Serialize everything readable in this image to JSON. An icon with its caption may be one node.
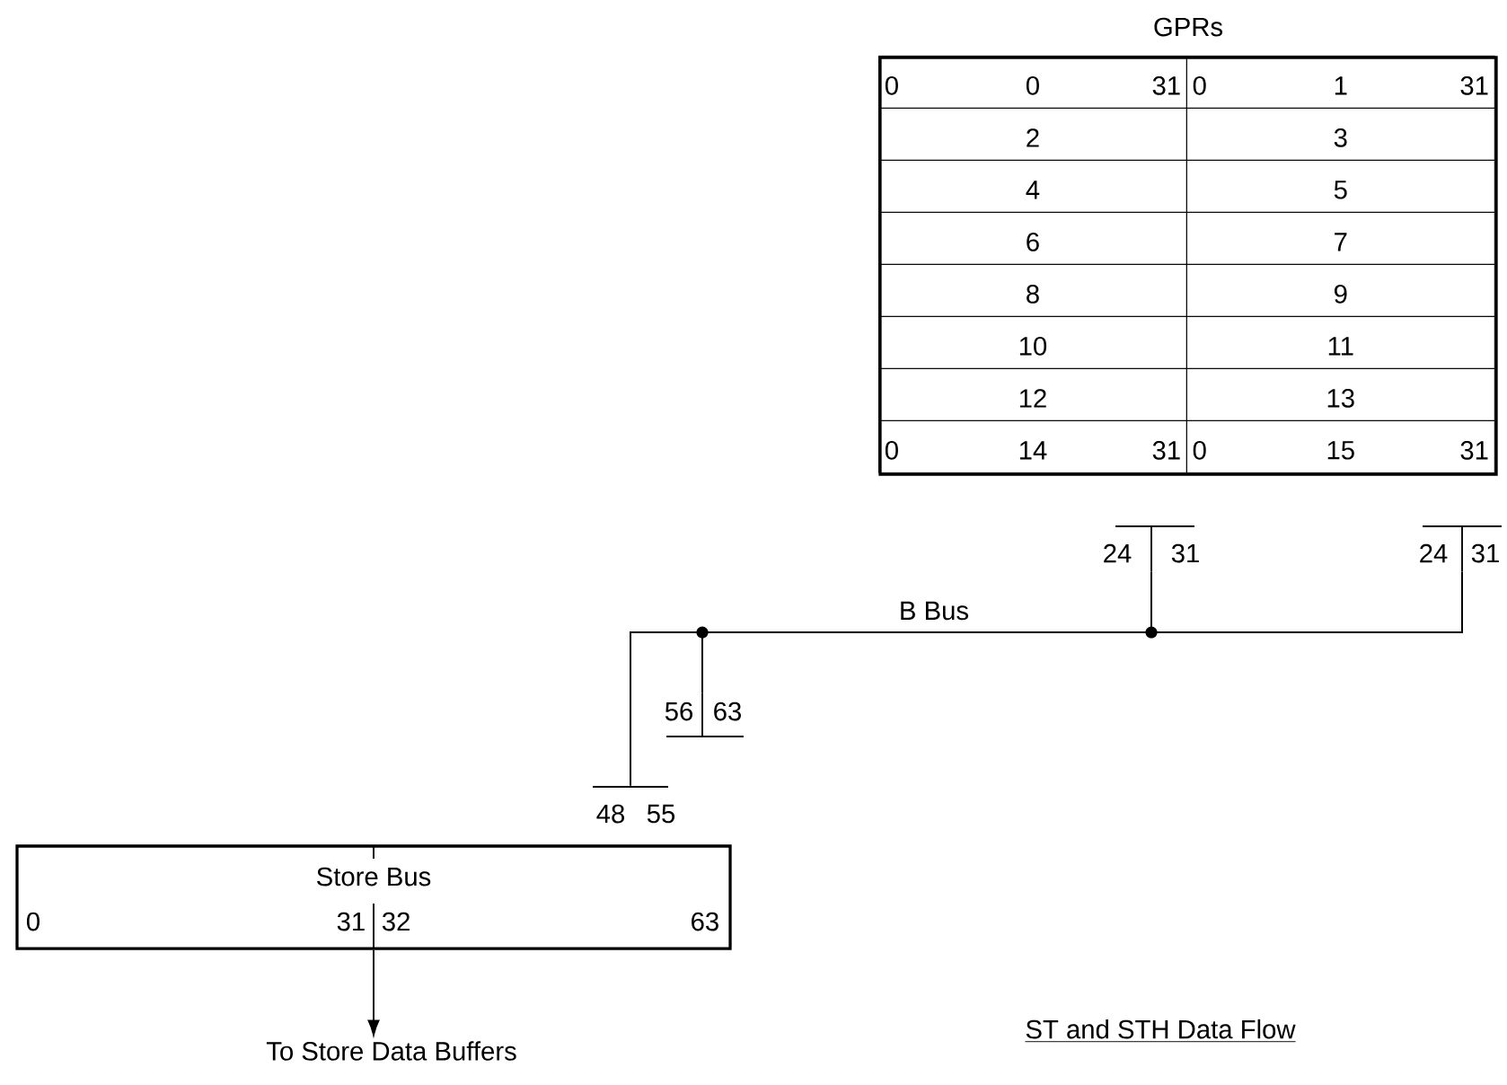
{
  "diagram": {
    "caption": "ST and STH Data Flow",
    "nodes": [
      {
        "text": [
          "GPRs"
        ]
      },
      {
        "text": [
          "0",
          "0",
          "31"
        ],
        "in": 0
      },
      {
        "text": [
          "0",
          "1",
          "31"
        ],
        "in": 0
      },
      {
        "text": [
          "2"
        ],
        "in": 0
      },
      {
        "text": [
          "3"
        ],
        "in": 0
      },
      {
        "text": [
          "4"
        ],
        "in": 0
      },
      {
        "text": [
          "5"
        ],
        "in": 0
      },
      {
        "text": [
          "6"
        ],
        "in": 0
      },
      {
        "text": [
          "7"
        ],
        "in": 0
      },
      {
        "text": [
          "8"
        ],
        "in": 0
      },
      {
        "text": [
          "9"
        ],
        "in": 0
      },
      {
        "text": [
          "10"
        ],
        "in": 0
      },
      {
        "text": [
          "11"
        ],
        "in": 0
      },
      {
        "text": [
          "12"
        ],
        "in": 0
      },
      {
        "text": [
          "13"
        ],
        "in": 0
      },
      {
        "text": [
          "0",
          "14",
          "31"
        ],
        "in": 0
      },
      {
        "text": [
          "0",
          "15",
          "31"
        ],
        "in": 0
      },
      {
        "text": [
          "24",
          "31"
        ]
      },
      {
        "text": [
          "24",
          "31"
        ]
      },
      {
        "text": [
          "56",
          "63"
        ]
      },
      {
        "text": [
          "48",
          "55"
        ]
      },
      {
        "text": [
          "Store Bus",
          "0",
          "31",
          "32",
          "63"
        ]
      },
      {
        "text": [
          "To Store Data Buffers"
        ]
      }
    ],
    "edges": [
      {
        "from": 17,
        "to": 20,
        "arrow": "none"
      },
      {
        "from": 18,
        "to": 20,
        "arrow": "none",
        "label": "B Bus"
      },
      {
        "from": 17,
        "to": 19,
        "arrow": "none"
      },
      {
        "from": 18,
        "to": 19,
        "arrow": "none"
      },
      {
        "from": 21,
        "to": 22,
        "arrow": "to"
      }
    ]
  }
}
